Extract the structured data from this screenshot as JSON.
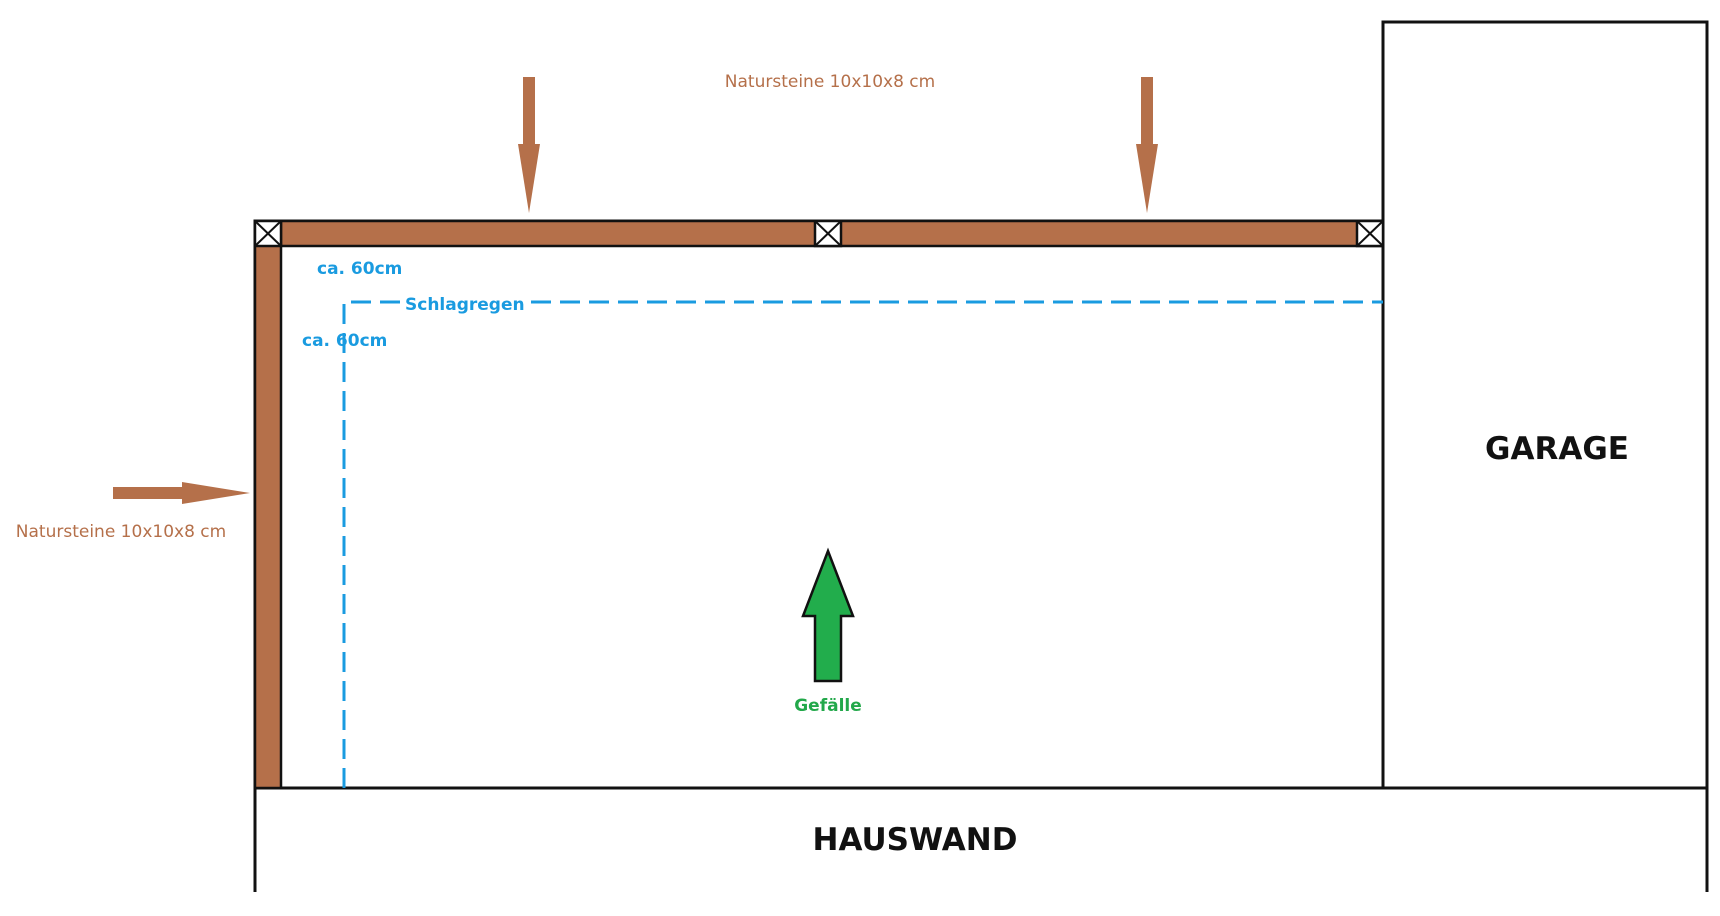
{
  "labels": {
    "top_stones": "Natursteine 10x10x8 cm",
    "left_stones": "Natursteine 10x10x8 cm",
    "dist_top": "ca. 60cm",
    "dist_left": "ca. 60cm",
    "rain_line": "Schlagregen",
    "slope": "Gefälle",
    "garage": "GARAGE",
    "house_wall": "HAUSWAND"
  },
  "colors": {
    "stone": "#b5704a",
    "rain": "#1a9be0",
    "slope": "#22a84a",
    "outline": "#111111"
  },
  "icons": {
    "stone_arrow": "arrow-down-icon",
    "side_arrow": "arrow-right-icon",
    "slope_arrow": "arrow-up-icon",
    "post_marker": "crossed-box-icon"
  }
}
